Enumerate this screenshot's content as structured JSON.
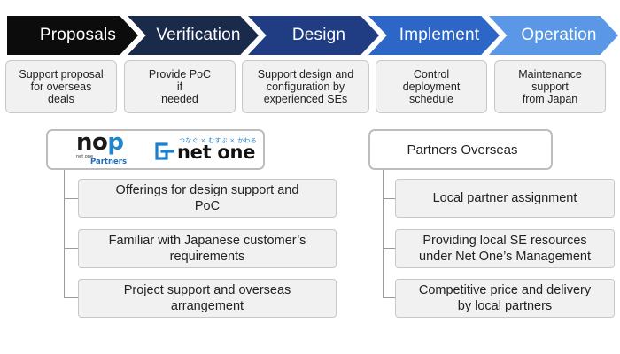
{
  "process": {
    "steps": [
      {
        "label": "Proposals",
        "color": "#0c0c0c"
      },
      {
        "label": "Verification",
        "color": "#1a2a4a"
      },
      {
        "label": "Design",
        "color": "#203c82"
      },
      {
        "label": "Implement",
        "color": "#2c67c7"
      },
      {
        "label": "Operation",
        "color": "#5a97e6"
      }
    ],
    "descriptions": [
      "Support proposal\nfor overseas\ndeals",
      "Provide PoC\nif\nneeded",
      "Support design and\nconfiguration by\nexperienced SEs",
      "Control\ndeployment\nschedule",
      "Maintenance\nsupport\nfrom Japan"
    ]
  },
  "left_group": {
    "logos": {
      "nop": {
        "letters_np": "no",
        "letter_p": "p",
        "small_text": "net one",
        "sub": "Partners"
      },
      "netone": {
        "tagline": "つなぐ × むすぶ × かわる",
        "name": "net one"
      }
    },
    "items": [
      "Offerings for design support and\nPoC",
      "Familiar with Japanese customer’s\nrequirements",
      "Project  support and overseas\narrangement"
    ]
  },
  "right_group": {
    "title": "Partners Overseas",
    "items": [
      "Local partner assignment",
      "Providing local SE resources\nunder Net One’s Management",
      "Competitive price and delivery\nby local partners"
    ]
  }
}
